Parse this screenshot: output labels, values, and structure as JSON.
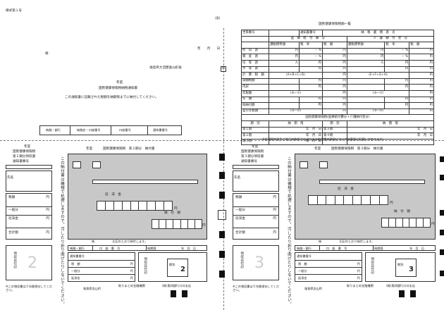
{
  "header": {
    "form_no": "様式第１号",
    "side_label": "(表)",
    "date_ym": "年　　月　　日",
    "addressee_suffix": "様",
    "issuer": "福島県大沼郡金山町長",
    "seal_glyph": "印",
    "notice_year": "年度",
    "notice_title": "国民健康保険税納税通知書",
    "notice_body": "この通知書に記載された税額を納期限までに納付してください。"
  },
  "bank_table": {
    "headers": [
      "納融・銀行",
      "納融名・口座番号",
      "口座番号",
      "通知書番号"
    ]
  },
  "overview": {
    "title": "国民健康保険税額一覧",
    "row_labels": {
      "name": "納　税　義　務　者　名",
      "house_no": "世帯番号",
      "notice_no": "通知書番号",
      "medical": "医　療　給　付　費　分",
      "care": "介　護　納　付　金　分",
      "basis": "課税標準額",
      "levy": "賦課・税額",
      "rate": "税　率",
      "amount": "税　額"
    },
    "items": [
      "所　得　割",
      "資　産　割",
      "均　等　割",
      "平　等　割",
      "計　算　税　額",
      "減額税額",
      "内訳",
      "年税額",
      "年　額",
      "既納付額",
      "差引年税額",
      "うち過納分"
    ],
    "unit_yen": "円",
    "unit_pct": "％",
    "total_label": "国民健康保険税(医療給付費分＋介護納付金分)",
    "schedule_headers": [
      "期　別",
      "納　期　限",
      "期　別",
      "納　期　限"
    ],
    "schedule": [
      {
        "p1": "第１期",
        "p2": "第３期"
      },
      {
        "p1": "第２期",
        "p2": "第４期"
      },
      {
        "p1": "第３期",
        "p2": ""
      },
      {
        "p1": "第４期",
        "p2": ""
      }
    ],
    "ymd": "年　月　日",
    "footnote": "※延滞税の発生と後日の取扱でお送りする納付書の取扱については裏面に記載してあります。"
  },
  "stub2": {
    "year": "年度",
    "title": "国民健康保険税",
    "subtitle": "第２期分領収書",
    "notice_no": "通知書番号",
    "name": "氏名",
    "kiho": "税額",
    "ippan": "一般分",
    "tokubetsu": "延滞金",
    "nofu": "合計額",
    "unit": "円",
    "stamp": "領収日付印",
    "period_digit": "2",
    "keep_note": "※この領収書は５年間保存してください。"
  },
  "slip2": {
    "year": "年度",
    "title": "国民健康保険税　第２期分　納付書",
    "vertical_note": "この納付書は機械で処理しますので、汚したり折り曲げたりしないでください。",
    "deadline_label": "延　滞　金",
    "paid_label": "納　付　額",
    "unit": "円",
    "received": "納　　　　　　左記のとおり納付します。",
    "bank": "納融・銀行",
    "account": "口　座　番　号",
    "due": "納期限",
    "ymd": "年　月　日",
    "notice_no": "通知書番号",
    "rows": [
      "税　額",
      "一般分",
      "延滞金"
    ],
    "stamp": "領収日付印",
    "seal_text": "期別",
    "period_digit": "2",
    "town": "福島県金山町",
    "collector": "取りまとめ金融機関",
    "collector2": "(株)東邦銀行川口支店"
  },
  "stub3": {
    "year": "年度",
    "title": "国民健康保険税",
    "subtitle": "第３期分領収書",
    "notice_no": "通知書番号",
    "name": "氏名",
    "kiho": "税額",
    "ippan": "一般分",
    "tokubetsu": "延滞金",
    "nofu": "合計額",
    "unit": "円",
    "stamp": "領収日付印",
    "period_digit": "3",
    "keep_note": "※この領収書は５年間保存してください。"
  },
  "slip3": {
    "year": "年度",
    "title": "国民健康保険税　第３期分　納付書",
    "vertical_note": "この納付書は機械で処理しますので、汚したり折り曲げたりしないでください。",
    "deadline_label": "延　滞　金",
    "paid_label": "納　付　額",
    "unit": "円",
    "received": "納　　　　　　左記のとおり納付します。",
    "bank": "納融・銀行",
    "account": "口　座　番　号",
    "due": "納期限",
    "ymd": "年　月　日",
    "notice_no": "通知書番号",
    "rows": [
      "税　額",
      "一般分",
      "延滞金"
    ],
    "stamp": "領収日付印",
    "seal_text": "期別",
    "period_digit": "3",
    "town": "福島県金山町",
    "collector": "取りまとめ金融機関",
    "collector2": "(株)東邦銀行川口支店"
  }
}
